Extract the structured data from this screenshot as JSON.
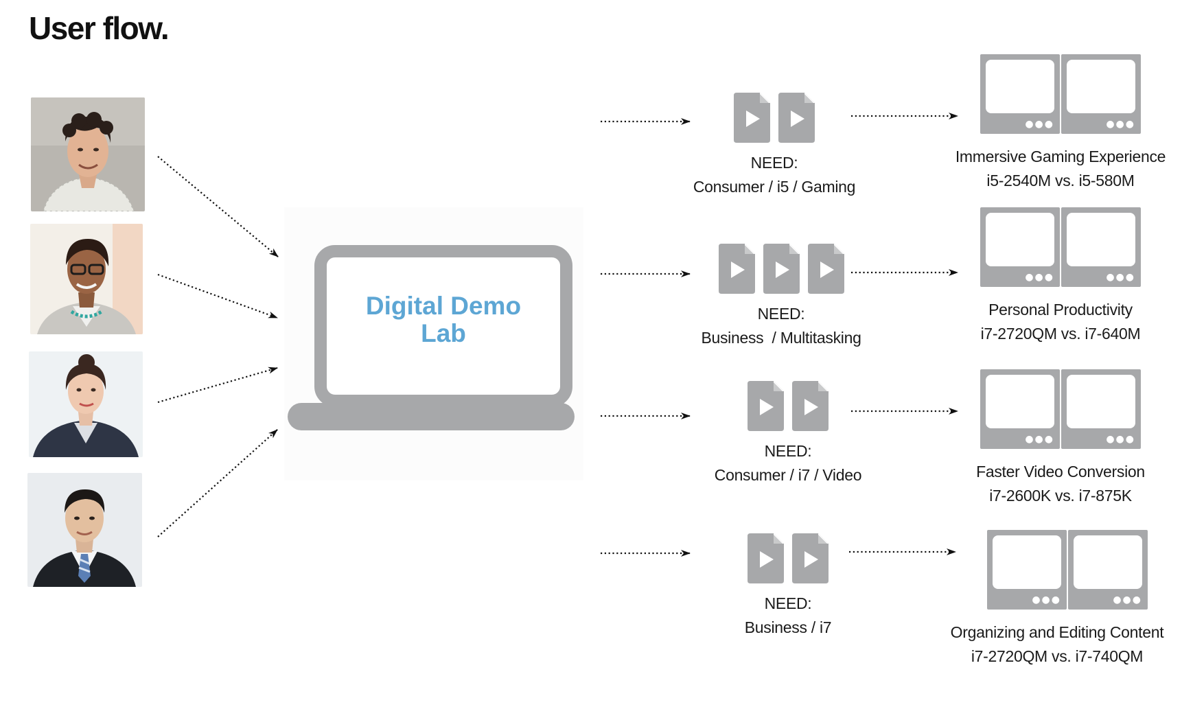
{
  "page": {
    "title": "User flow."
  },
  "center": {
    "line1": "Digital Demo",
    "line2": "Lab"
  },
  "users": [
    {
      "name": "user-photo-young-man"
    },
    {
      "name": "user-photo-businesswoman-glasses"
    },
    {
      "name": "user-photo-businesswoman"
    },
    {
      "name": "user-photo-businessman"
    }
  ],
  "needs": [
    {
      "label": "NEED:",
      "detail": "Consumer / i5 / Gaming",
      "video_count": 2
    },
    {
      "label": "NEED:",
      "detail": "Business  / Multitasking",
      "video_count": 3
    },
    {
      "label": "NEED:",
      "detail": "Consumer / i7 / Video",
      "video_count": 2
    },
    {
      "label": "NEED:",
      "detail": "Business / i7",
      "video_count": 2
    }
  ],
  "outcomes": [
    {
      "title": "Immersive Gaming Experience",
      "comparison": "i5-2540M vs. i5-580M"
    },
    {
      "title": "Personal Productivity",
      "comparison": "i7-2720QM vs. i7-640M"
    },
    {
      "title": "Faster Video Conversion",
      "comparison": "i7-2600K vs. i7-875K"
    },
    {
      "title": "Organizing and Editing Content",
      "comparison": "i7-2720QM vs. i7-740QM"
    }
  ],
  "colors": {
    "icon_gray": "#a7a8aa",
    "lab_blue": "#5da6d4",
    "text": "#1a1a1a"
  }
}
